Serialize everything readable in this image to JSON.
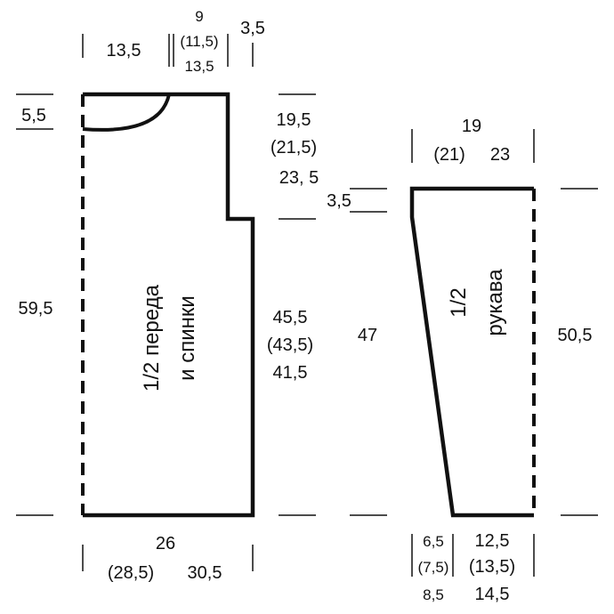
{
  "colors": {
    "ink": "#111111",
    "background": "#ffffff"
  },
  "body_piece": {
    "label_line1": "1/2 переда",
    "label_line2": "и спинки",
    "neck_width": "13,5",
    "shoulder_top": "9",
    "shoulder_mid": "(11,5)",
    "shoulder_bottom": "13,5",
    "armhole_depth": "3,5",
    "neck_depth": "5,5",
    "armhole_height_1": "19,5",
    "armhole_height_2": "(21,5)",
    "armhole_height_3": "23, 5",
    "total_length": "59,5",
    "side_length_1": "45,5",
    "side_length_2": "(43,5)",
    "side_length_3": "41,5",
    "width_1": "26",
    "width_2": "(28,5)",
    "width_3": "30,5"
  },
  "sleeve_piece": {
    "label_line1": "1/2",
    "label_line2": "рукава",
    "top_width_1": "19",
    "top_width_2": "(21)",
    "top_width_3": "23",
    "cap_height": "3,5",
    "length_inner": "47",
    "length_outer": "50,5",
    "cuff_offset_1": "6,5",
    "cuff_offset_2": "(7,5)",
    "cuff_offset_3": "8,5",
    "cuff_width_1": "12,5",
    "cuff_width_2": "(13,5)",
    "cuff_width_3": "14,5"
  }
}
